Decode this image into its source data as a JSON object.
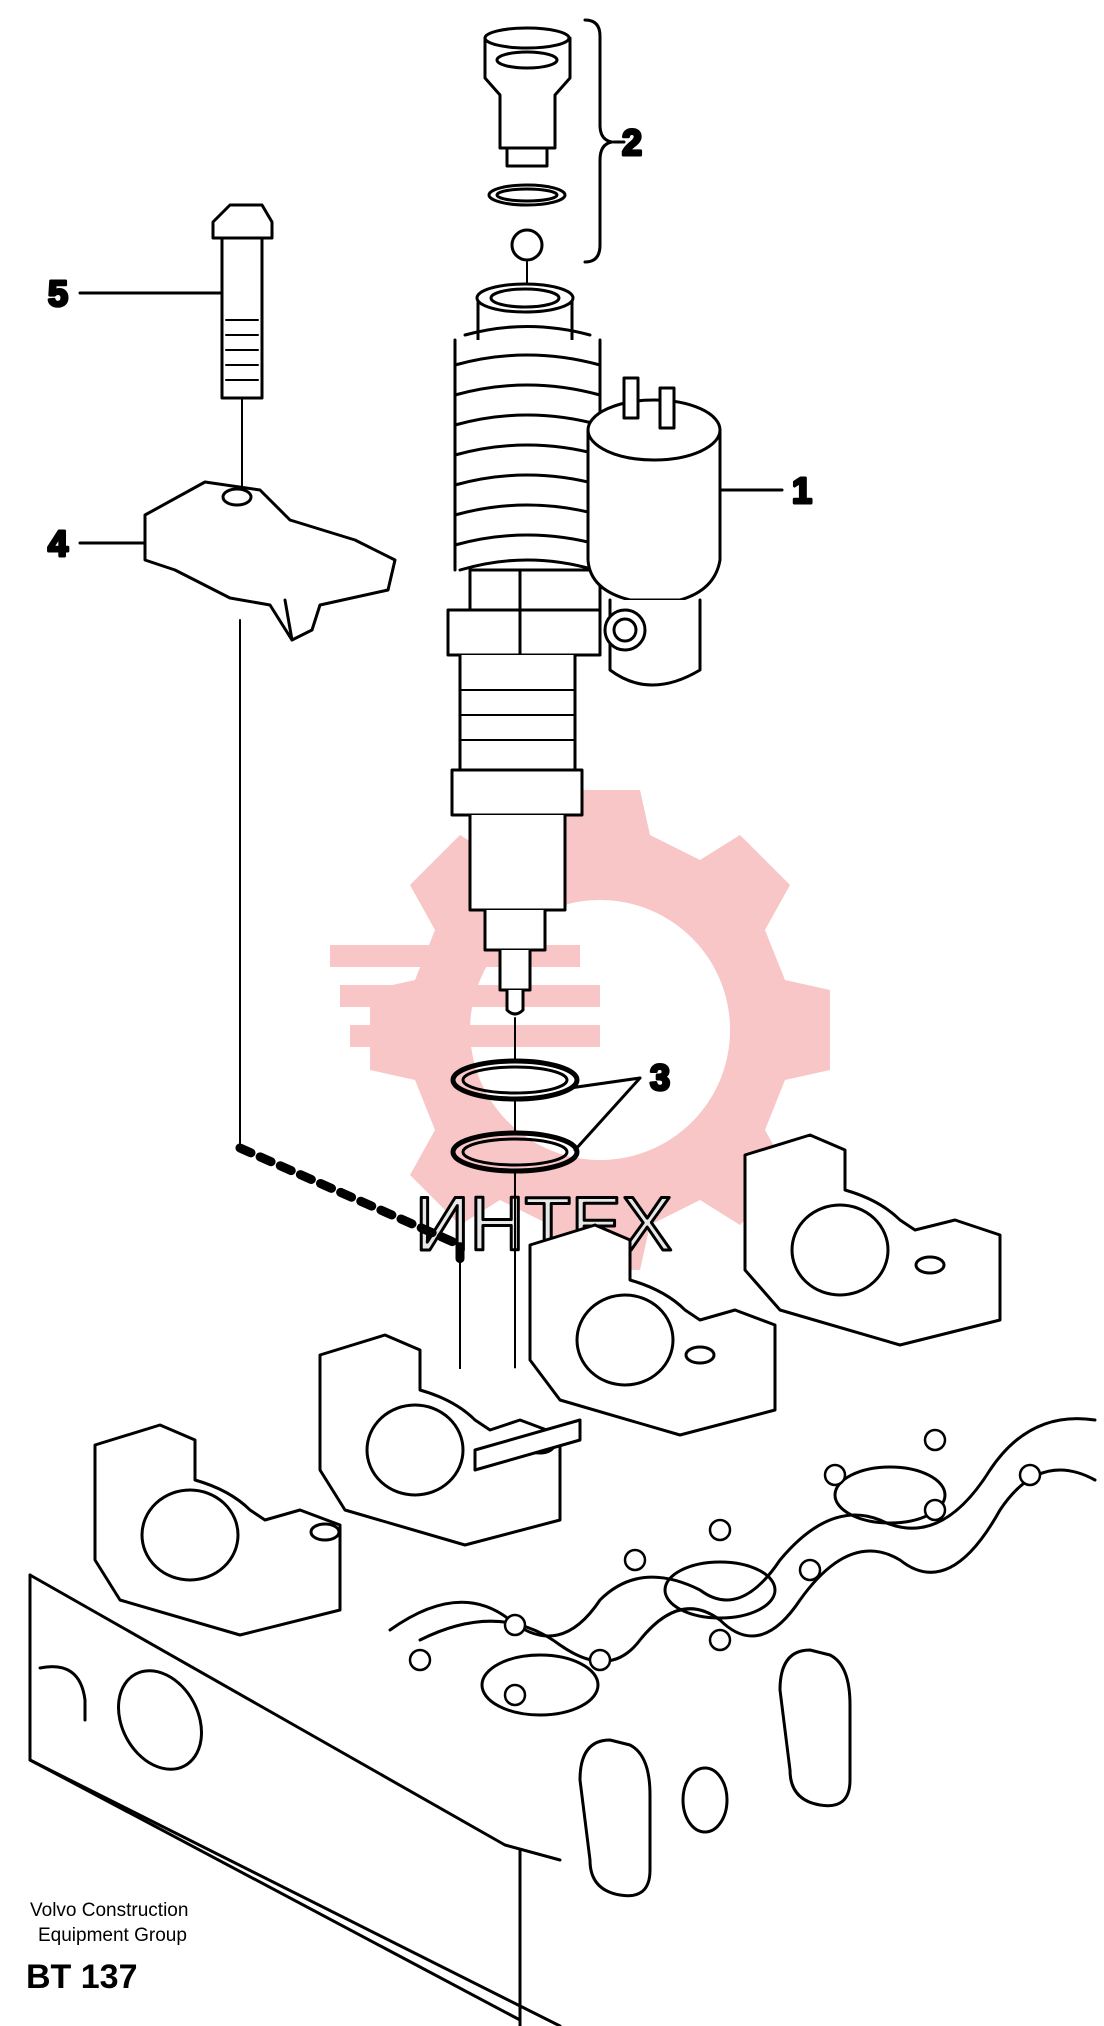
{
  "callouts": [
    "1",
    "2",
    "3",
    "4",
    "5"
  ],
  "watermark": {
    "text": "ИНТЕХ",
    "color": "#f3a3a3"
  },
  "footer": {
    "line1": "Volvo Construction",
    "line2": "Equipment Group",
    "code": "BT 137"
  }
}
